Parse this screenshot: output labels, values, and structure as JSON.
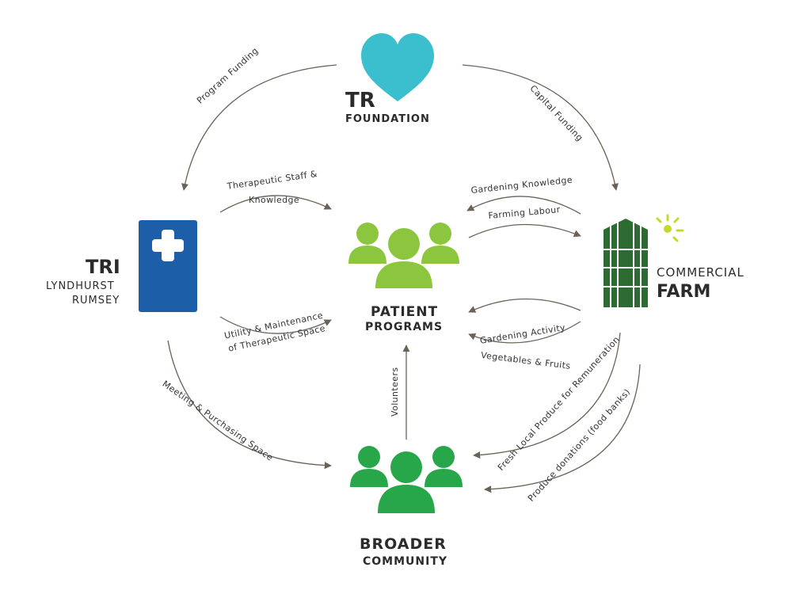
{
  "nodes": {
    "foundation": {
      "title": "TR",
      "subtitle": "FOUNDATION"
    },
    "tri": {
      "title": "TRI",
      "line1": "LYNDHURST",
      "line2": "RUMSEY"
    },
    "patient": {
      "line1": "PATIENT",
      "line2": "PROGRAMS"
    },
    "farm": {
      "line1": "COMMERCIAL",
      "line2": "FARM"
    },
    "community": {
      "line1": "BROADER",
      "line2": "COMMUNITY"
    }
  },
  "flows": {
    "program_funding": "Program Funding",
    "capital_funding": "Capital Funding",
    "therapeutic_staff_1": "Therapeutic Staff &",
    "therapeutic_staff_2": "Knowledge",
    "utility_1": "Utility & Maintenance",
    "utility_2": "of Therapeutic Space",
    "gardening_knowledge": "Gardening Knowledge",
    "farming_labour": "Farming Labour",
    "gardening_activity": "Gardening Activity",
    "vegetables_fruits": "Vegetables & Fruits",
    "meeting_space": "Meeting & Purchasing Space",
    "volunteers": "Volunteers",
    "fresh_produce": "Fresh Local Produce for Remuneration",
    "produce_donations": "Produce donations (food banks)"
  },
  "colors": {
    "heart": "#3bbfce",
    "tri_blue": "#1c5ea8",
    "patient_green": "#8cc63f",
    "community_green": "#27a74a",
    "farm_green": "#2e6b32",
    "sun": "#c5d92d",
    "arrow": "#6b6257",
    "text": "#2b2b2b"
  },
  "icons": {
    "foundation": "heart-icon",
    "tri": "medical-cross-icon",
    "patient": "people-group-icon",
    "farm": "greenhouse-icon",
    "community": "people-group-icon"
  }
}
